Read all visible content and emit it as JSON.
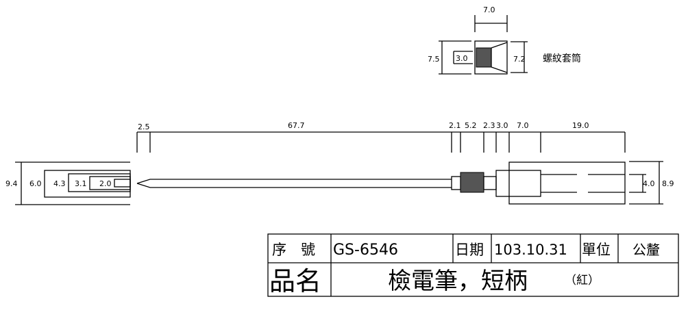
{
  "sleeve": {
    "label": "螺紋套筒",
    "dims": {
      "length": "7.0",
      "outer_left": "7.5",
      "inner": "3.0",
      "outer_right": "7.2"
    }
  },
  "main_view": {
    "top_dims": [
      "2.5",
      "67.7",
      "2.1",
      "5.2",
      "2.3",
      "3.0",
      "7.0",
      "19.0"
    ],
    "left_dims": [
      "9.4",
      "6.0",
      "4.3",
      "3.1",
      "2.0"
    ],
    "right_dims": [
      "4.0",
      "8.9"
    ]
  },
  "title_block": {
    "serial_label": "序　號",
    "serial_value": "GS-6546",
    "date_label": "日期",
    "date_value": "103.10.31",
    "unit_label": "單位",
    "unit_value": "公釐",
    "name_label": "品名",
    "name_value": "檢電筆，短柄",
    "name_note": "（紅）"
  }
}
